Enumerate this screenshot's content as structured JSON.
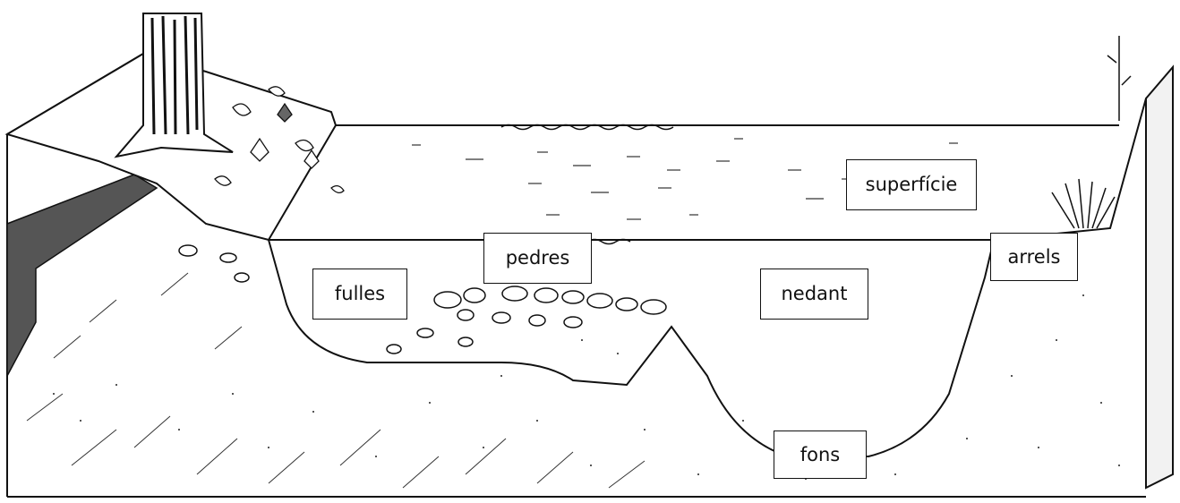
{
  "labels": {
    "superficie": "superfície",
    "pedres": "pedres",
    "fulles": "fulles",
    "nedant": "nedant",
    "arrels": "arrels",
    "fons": "fons"
  },
  "colors": {
    "ink": "#111111",
    "dark_bank": "#555555",
    "background": "#ffffff"
  }
}
